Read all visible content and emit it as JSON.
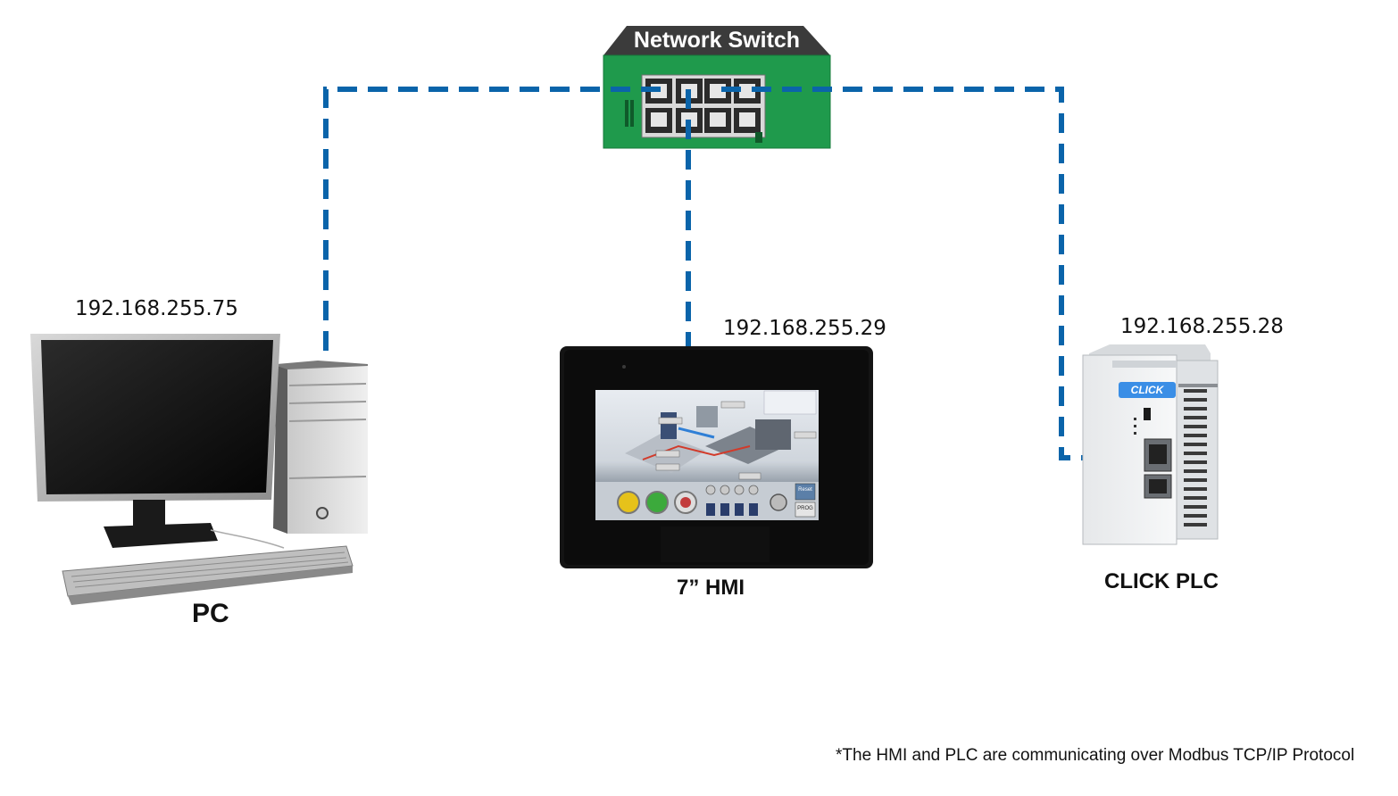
{
  "switch": {
    "title": "Network Switch"
  },
  "devices": {
    "pc": {
      "label": "PC",
      "ip": "192.168.255.75"
    },
    "hmi": {
      "label": "7” HMI",
      "ip": "192.168.255.29",
      "screen_buttons": [
        "Reset",
        "PROG"
      ]
    },
    "plc": {
      "label": "CLICK PLC",
      "ip": "192.168.255.28",
      "brand": "CLICK"
    }
  },
  "footnote": "*The HMI and PLC are communicating over Modbus TCP/IP Protocol",
  "colors": {
    "cable": "#0a64aa",
    "switch_body": "#1f9a4c",
    "switch_header": "#3b3b3b"
  }
}
